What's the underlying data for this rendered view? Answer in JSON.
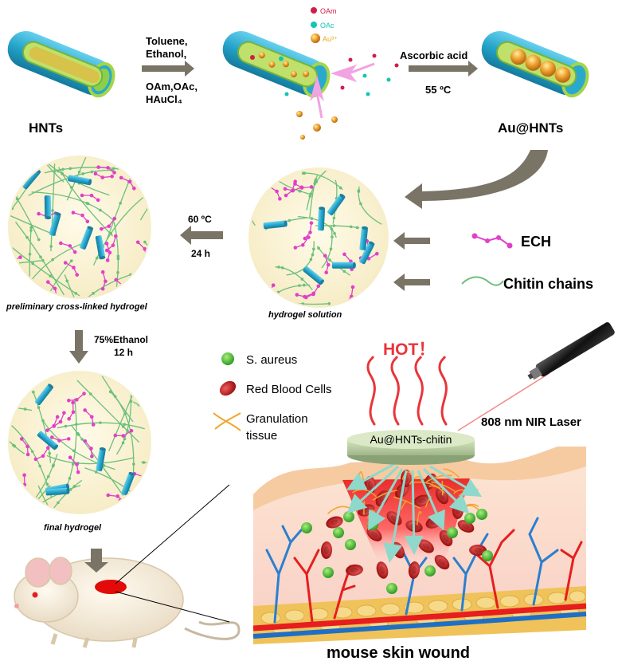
{
  "steps": {
    "hnt_label": "HNTs",
    "reagents_line1": "Toluene,",
    "reagents_line2": "Ethanol,",
    "reagents_line3": "OAm,OAc,",
    "reagents_line4": "HAuCl₄",
    "reduction_agent": "Ascorbic acid",
    "reduction_temp": "55 ºC",
    "product_label": "Au@HNTs"
  },
  "legend_small": {
    "oam": "OAm",
    "oac": "OAc",
    "au": "Au³⁺"
  },
  "legend_large": {
    "ech": "ECH",
    "chitin": "Chitin chains"
  },
  "hydrogel": {
    "solution_label": "hydrogel solution",
    "crosslink_temp": "60 ºC",
    "crosslink_time": "24 h",
    "preliminary_label": "preliminary cross-linked hydrogel",
    "ethanol_step": "75%Ethanol",
    "ethanol_time": "12 h",
    "final_label": "final hydrogel"
  },
  "wound": {
    "bacteria_legend": "S. aureus",
    "rbc_legend": "Red Blood Cells",
    "granulation_line1": "Granulation",
    "granulation_line2": "tissue",
    "hot_label": "HOT！",
    "laser_label": "808 nm NIR Laser",
    "patch_label": "Au@HNTs-chitin",
    "title": "mouse skin wound"
  },
  "colors": {
    "tube_blue": "#2aa9cf",
    "tube_green": "#9cd34b",
    "ech_magenta": "#e040c8",
    "chitin_green": "#6cc07a",
    "arrow_gray": "#7a7466",
    "hot_red": "#e8353a",
    "gold": "#f0a52a"
  }
}
